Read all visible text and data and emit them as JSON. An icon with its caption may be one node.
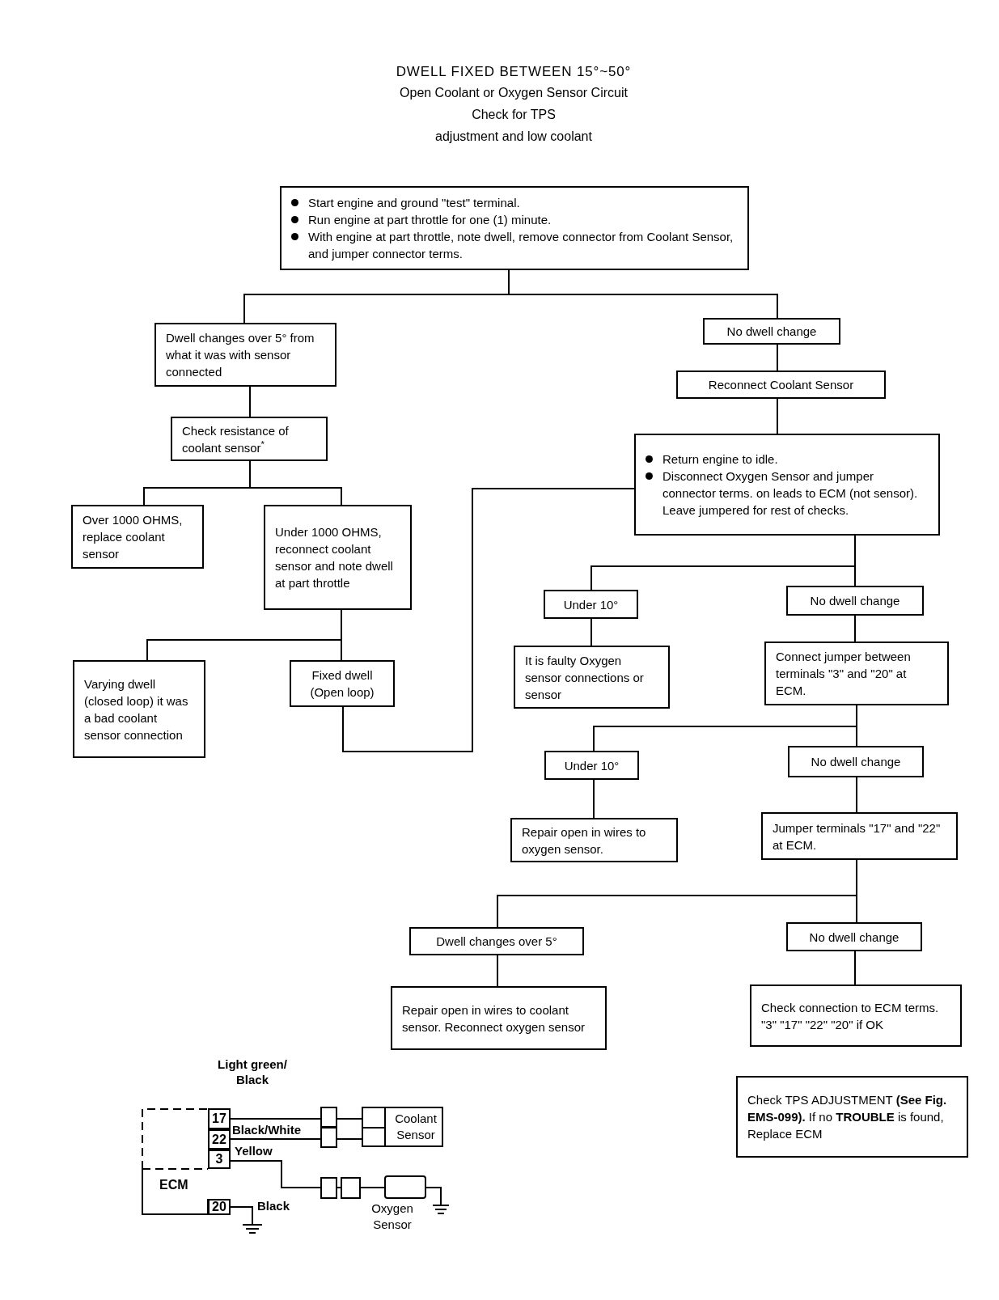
{
  "diagram": {
    "title": "DWELL FIXED BETWEEN 15°~50°",
    "nodes": [
      {
        "text": [
          "Start engine and ground \"test\" terminal.",
          "Run engine at part throttle for one (1) minute.",
          "With engine at part throttle, note dwell, remove connector from Coolant Sensor, and jumper connector terms."
        ]
      },
      {
        "text": [
          "Dwell changes over 5° from what it was with sensor connected"
        ]
      },
      {
        "text": [
          "No dwell change"
        ]
      },
      {
        "text": [
          "Reconnect Coolant Sensor"
        ]
      },
      {
        "text": [
          "Check resistance of coolant sensor$^{*}$"
        ]
      },
      {
        "text": [
          "Return engine to idle.",
          "Disconnect Oxygen Sensor and jumper connector terms. on leads to ECM (not sensor). Leave jumpered for rest of checks."
        ]
      },
      {
        "text": [
          "Over 1000 OHMS, replace coolant sensor"
        ]
      },
      {
        "text": [
          "Under 1000 OHMS, reconnect coolant sensor and note dwell at part throttle"
        ]
      },
      {
        "text": [
          "Under 10°"
        ]
      },
      {
        "text": [
          "No dwell change"
        ]
      },
      {
        "text": [
          "It is faulty Oxygen sensor connections or sensor"
        ]
      },
      {
        "text": [
          "Connect jumper between terminals \"3\" and \"20\" at ECM."
        ]
      },
      {
        "text": [
          "Varying dwell (closed loop) it was a bad coolant sensor connection"
        ]
      },
      {
        "text": [
          "Fixed dwell (Open loop)"
        ]
      },
      {
        "text": [
          "Under 10°"
        ]
      },
      {
        "text": [
          "No dwell change"
        ]
      },
      {
        "text": [
          "Repair open in wires to oxygen sensor."
        ]
      },
      {
        "text": [
          "Jumper terminals \"17\" and \"22\" at ECM."
        ]
      },
      {
        "text": [
          "Dwell changes over 5°"
        ]
      },
      {
        "text": [
          "No dwell change"
        ]
      },
      {
        "text": [
          "Repair open in wires to coolant sensor. Reconnect oxygen sensor"
        ]
      },
      {
        "text": [
          "Check connection to ECM terms. \"3\" \"17\" \"22\" \"20\" if OK"
        ]
      },
      {
        "text": [
          "Check TPS ADJUSTMENT **(See Fig. EMS-099).** If no **TROUBLE** is found, Replace ECM"
        ]
      },
      {
        "text": [
          "ECM"
        ]
      },
      {
        "text": [
          "17"
        ],
        "in": 23
      },
      {
        "text": [
          "22"
        ],
        "in": 23
      },
      {
        "text": [
          "3"
        ],
        "in": 23
      },
      {
        "text": [
          "20"
        ],
        "in": 23
      },
      {
        "text": [
          "Coolant Sensor"
        ]
      },
      {
        "text": [],
        "shape": "box",
        "beside": [
          "Oxygen Sensor"
        ]
      }
    ],
    "edges": [
      {
        "from": 0,
        "to": 1,
        "arrow": "none"
      },
      {
        "from": 0,
        "to": 2,
        "arrow": "none"
      },
      {
        "from": 2,
        "to": 3,
        "arrow": "none"
      },
      {
        "from": 3,
        "to": 5,
        "arrow": "none"
      },
      {
        "from": 1,
        "to": 4,
        "arrow": "none"
      },
      {
        "from": 4,
        "to": 6,
        "arrow": "none"
      },
      {
        "from": 4,
        "to": 7,
        "arrow": "none"
      },
      {
        "from": 7,
        "to": 12,
        "arrow": "none"
      },
      {
        "from": 7,
        "to": 13,
        "arrow": "none"
      },
      {
        "from": 13,
        "to": 5,
        "arrow": "none"
      },
      {
        "from": 5,
        "to": 8,
        "arrow": "none"
      },
      {
        "from": 5,
        "to": 9,
        "arrow": "none"
      },
      {
        "from": 8,
        "to": 10,
        "arrow": "none"
      },
      {
        "from": 9,
        "to": 11,
        "arrow": "none"
      },
      {
        "from": 11,
        "to": 14,
        "arrow": "none"
      },
      {
        "from": 11,
        "to": 15,
        "arrow": "none"
      },
      {
        "from": 15,
        "to": 17,
        "arrow": "none"
      },
      {
        "from": 14,
        "to": 16,
        "arrow": "none"
      },
      {
        "from": 17,
        "to": 18,
        "arrow": "none"
      },
      {
        "from": 17,
        "to": 19,
        "arrow": "none"
      },
      {
        "from": 18,
        "to": 20,
        "arrow": "none"
      },
      {
        "from": 19,
        "to": 21,
        "arrow": "none"
      },
      {
        "from": 24,
        "to": 28,
        "arrow": "none",
        "label": "Light green/ Black"
      },
      {
        "from": 25,
        "to": 28,
        "arrow": "none",
        "label": "Black/White"
      },
      {
        "from": 26,
        "to": 29,
        "arrow": "none",
        "label": "Yellow"
      },
      {
        "from": 27,
        "to": null,
        "arrow": "none",
        "label": "Black"
      }
    ],
    "labels": [
      "Open Coolant or Oxygen Sensor Circuit",
      "Check for TPS",
      "adjustment and low coolant"
    ]
  }
}
